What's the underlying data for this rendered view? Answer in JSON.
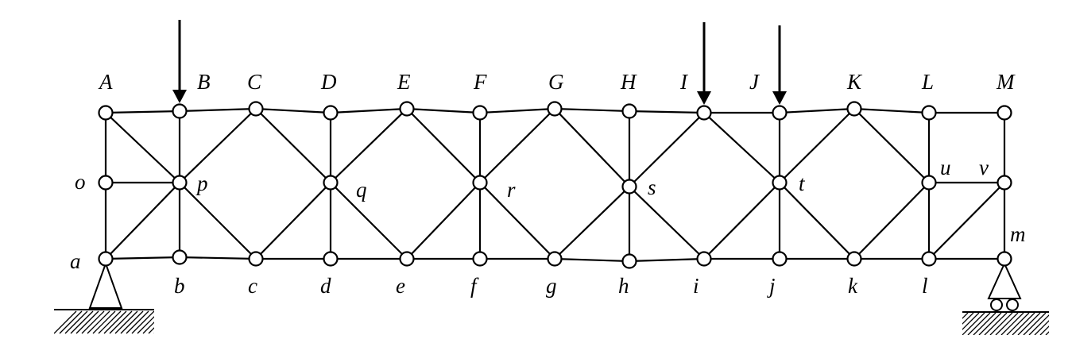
{
  "diagram": {
    "top_chord_labels": [
      "A",
      "B",
      "C",
      "D",
      "E",
      "F",
      "G",
      "H",
      "I",
      "J",
      "K",
      "L",
      "M"
    ],
    "bottom_chord_labels": [
      "a",
      "b",
      "c",
      "d",
      "e",
      "f",
      "g",
      "h",
      "i",
      "j",
      "k",
      "l",
      "m"
    ],
    "mid_labels": [
      "o",
      "p",
      "q",
      "r",
      "s",
      "t",
      "u",
      "v"
    ],
    "loaded_joints": [
      "B",
      "I",
      "J"
    ],
    "supports": [
      {
        "name": "pin-support",
        "joint": "a"
      },
      {
        "name": "roller-support",
        "joint": "m"
      }
    ],
    "colors": {
      "line": "#000000",
      "joint_fill": "#ffffff",
      "background": "#ffffff"
    }
  }
}
